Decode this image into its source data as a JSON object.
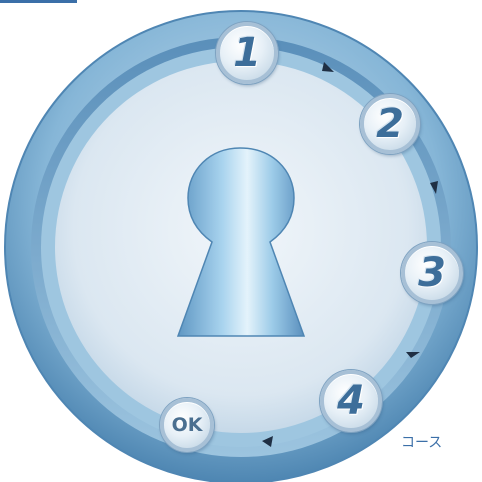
{
  "dial": {
    "step_buttons": [
      "1",
      "2",
      "3",
      "4"
    ],
    "ok_label": "OK"
  },
  "caption": "コース",
  "colors": {
    "ring": "#7fb0d2",
    "ring_dark": "#5e93bb",
    "face": "#e3edf6",
    "keyhole": "#8fbfe0",
    "text_accent": "#3b6fa8"
  },
  "icons": [
    "keyhole-icon",
    "arrow-icon"
  ]
}
